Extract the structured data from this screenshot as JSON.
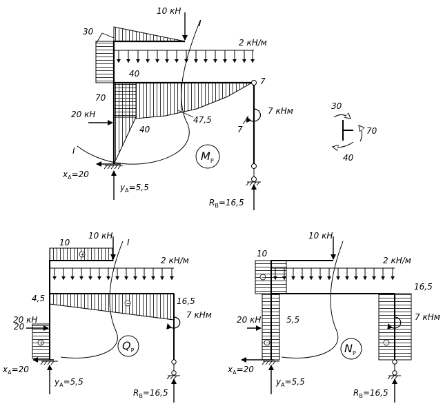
{
  "diagram_m": {
    "force_top": "10 кН",
    "distributed": "2 кН/м",
    "section": "I",
    "section_left": "I",
    "m30": "30",
    "m40_top": "40",
    "m70": "70",
    "m40_mid": "40",
    "m47": "47,5",
    "m7_top": "7",
    "m7_bot": "7",
    "moment": "7 кНм",
    "force_left": "20 кН",
    "xa": "x",
    "xa_sub": "A",
    "xa_val": "=20",
    "ya": "y",
    "ya_sub": "A",
    "ya_val": "=5,5",
    "rb": "R",
    "rb_sub": "B",
    "rb_val": "=16,5",
    "badge": "M",
    "badge_sub": "P"
  },
  "joint": {
    "v30": "30",
    "v70": "70",
    "v40": "40"
  },
  "diagram_q": {
    "force_top": "10 кН",
    "distributed": "2 кН/м",
    "section": "I",
    "q10": "10",
    "q45": "4,5",
    "q165": "16,5",
    "q20": "20",
    "moment": "7 кНм",
    "force_left": "20 кН",
    "xa": "x",
    "xa_sub": "A",
    "xa_val": "=20",
    "ya": "y",
    "ya_sub": "A",
    "ya_val": "=5,5",
    "rb": "R",
    "rb_sub": "B",
    "rb_val": "=16,5",
    "badge": "Q",
    "badge_sub": "P",
    "plus": "+",
    "minus": "−"
  },
  "diagram_n": {
    "force_top": "10 кН",
    "distributed": "2 кН/м",
    "n10": "10",
    "n165": "16,5",
    "n55": "5,5",
    "moment": "7 кНм",
    "force_left": "20 кН",
    "xa": "x",
    "xa_sub": "A",
    "xa_val": "=20",
    "ya": "y",
    "ya_sub": "A",
    "ya_val": "=5,5",
    "rb": "R",
    "rb_sub": "B",
    "rb_val": "=16,5",
    "badge": "N",
    "badge_sub": "P",
    "minus": "−"
  }
}
